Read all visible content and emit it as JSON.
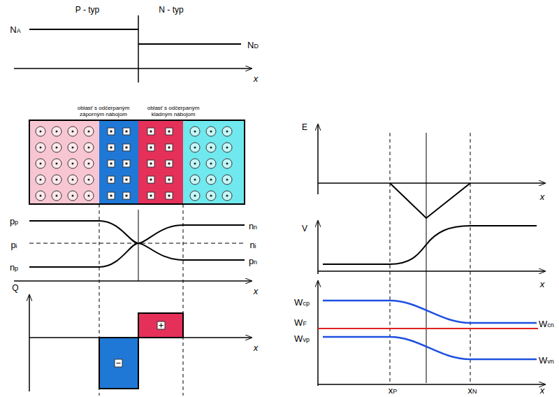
{
  "diagram": {
    "nodes": [
      {
        "text": [
          "oblasť s odčerpaným záporným nábojom"
        ]
      },
      {
        "text": [
          "oblasť s odčerpaným kladným nábojom"
        ]
      }
    ],
    "labels": [
      "P - typ",
      "N - typ",
      "NA",
      "ND",
      "x",
      "pp",
      "pi",
      "np",
      "nn",
      "ni",
      "pn",
      "x",
      "Q",
      "x",
      "E",
      "x",
      "V",
      "x",
      "Wcp",
      "WF",
      "Wvp",
      "Wcn",
      "Wvn",
      "x",
      "xP",
      "xN"
    ]
  }
}
